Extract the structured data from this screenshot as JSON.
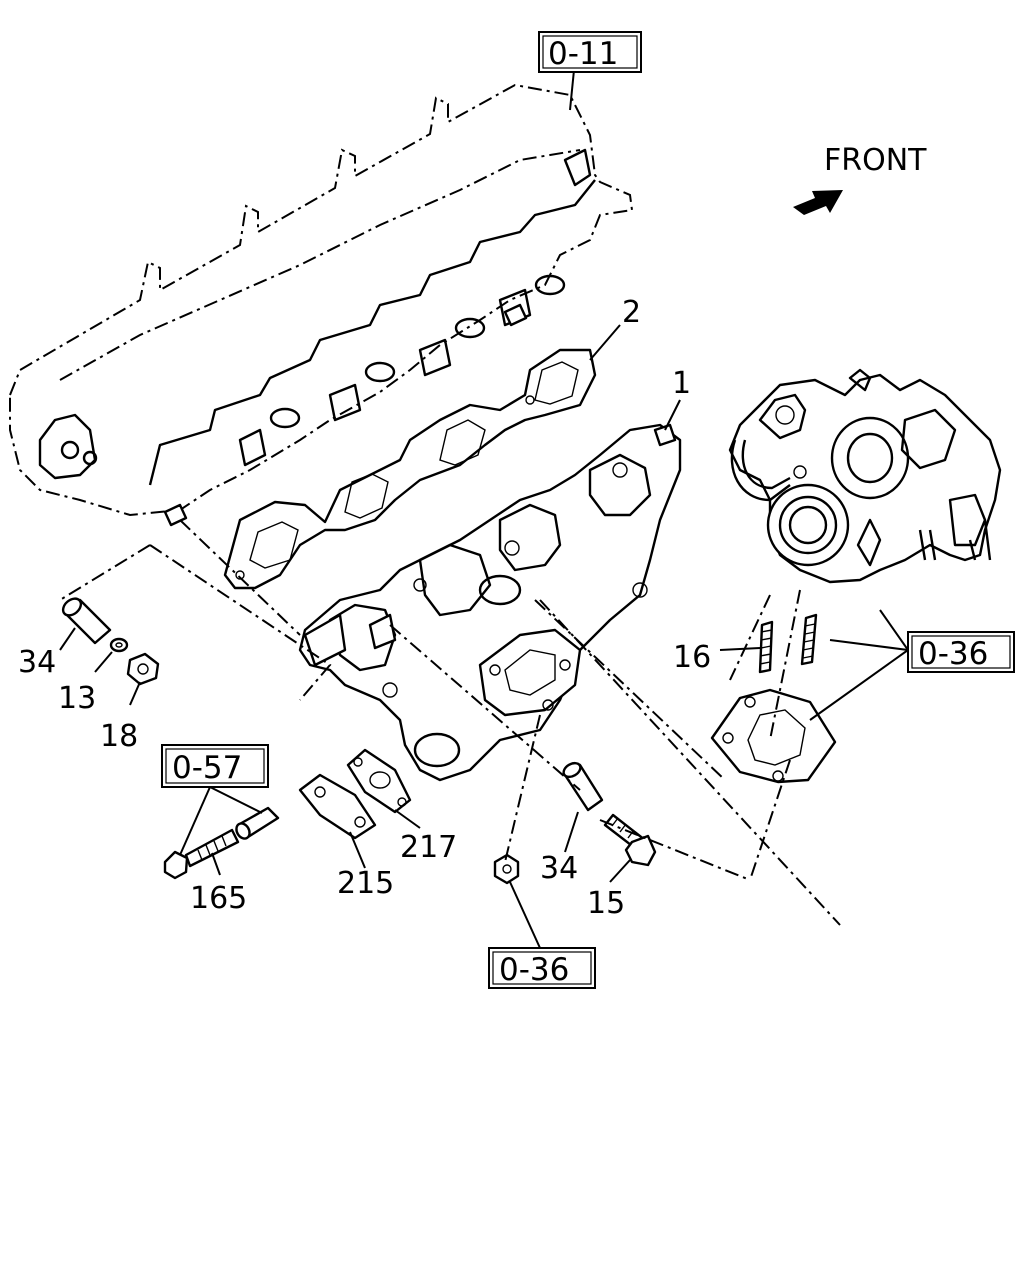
{
  "direction": {
    "text": "FRONT",
    "icon": "front-arrow-icon"
  },
  "reference_boxes": [
    {
      "id": "ref-top",
      "text": "0-11"
    },
    {
      "id": "ref-right",
      "text": "0-36"
    },
    {
      "id": "ref-left",
      "text": "0-57"
    },
    {
      "id": "ref-bottom",
      "text": "0-36"
    }
  ],
  "part_labels": {
    "p1": "1",
    "p2": "2",
    "p16": "16",
    "p34a": "34",
    "p13": "13",
    "p18": "18",
    "p165": "165",
    "p215": "215",
    "p217": "217",
    "p34b": "34",
    "p15": "15"
  }
}
